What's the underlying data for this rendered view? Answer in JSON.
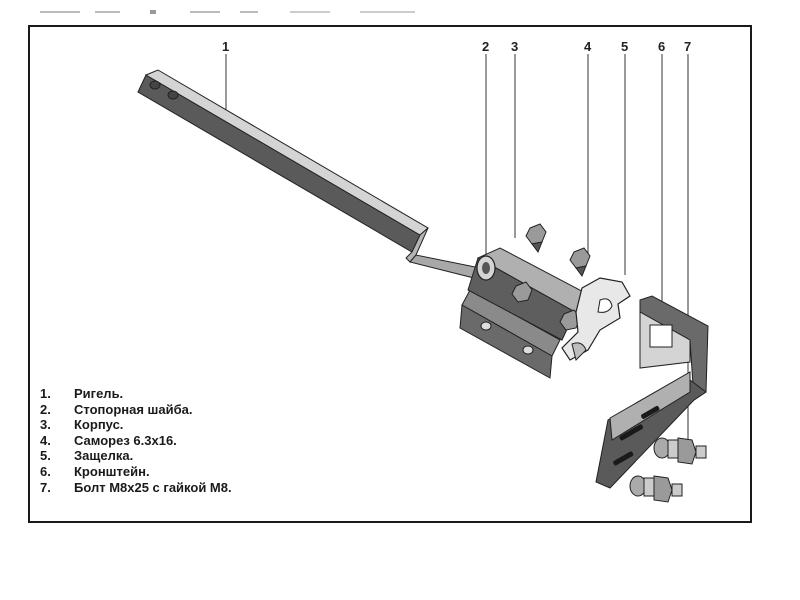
{
  "callouts": [
    "1",
    "2",
    "3",
    "4",
    "5",
    "6",
    "7"
  ],
  "legend": [
    {
      "num": "1.",
      "text": "Ригель."
    },
    {
      "num": "2.",
      "text": "Стопорная шайба."
    },
    {
      "num": "3.",
      "text": "Корпус."
    },
    {
      "num": "4.",
      "text": "Саморез 6.3х16."
    },
    {
      "num": "5.",
      "text": "Защелка."
    },
    {
      "num": "6.",
      "text": "Кронштейн."
    },
    {
      "num": "7.",
      "text": "Болт М8х25 с гайкой М8."
    }
  ],
  "colors": {
    "frame": "#1a1a1a",
    "metal_light": "#d4d4d4",
    "metal_mid": "#a8a8a8",
    "metal_dark": "#5a5a5a",
    "outline": "#222222"
  }
}
